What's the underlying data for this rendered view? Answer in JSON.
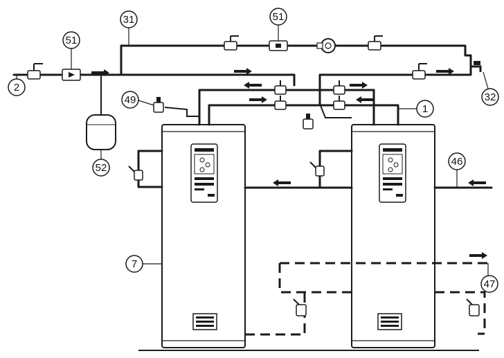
{
  "callouts": {
    "cold_inlet": "2",
    "flow_switch_inlet": "51",
    "cold_supply_pipe": "31",
    "flow_switch_top": "51",
    "hot_outlet_tap": "32",
    "temperature_valve": "49",
    "connection_1": "1",
    "expansion_vessel": "52",
    "heating_return": "46",
    "water_heater": "7",
    "heating_flow": "47"
  }
}
